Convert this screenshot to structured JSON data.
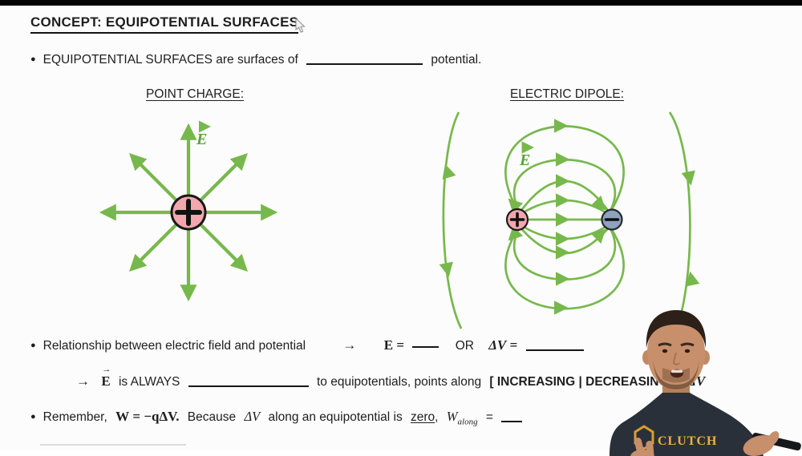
{
  "colors": {
    "field_green": "#77b84c",
    "positive_pink": "#f3a6ae",
    "negative_blue": "#8fa2be",
    "ink": "#1e1e1e",
    "brand_gold": "#e9b13c",
    "shirt_navy": "#2a303a"
  },
  "title": "CONCEPT: EQUIPOTENTIAL SURFACES",
  "bullet1": {
    "bullet": "●",
    "pre": "EQUIPOTENTIAL SURFACES are surfaces of",
    "post": "potential."
  },
  "point_charge": {
    "heading": "POINT CHARGE:",
    "field_label": "E",
    "sign": "+"
  },
  "dipole": {
    "heading": "ELECTRIC DIPOLE:",
    "field_label": "E",
    "pos_sign": "+",
    "neg_sign": "−"
  },
  "relationship": {
    "bullet": "●",
    "text": "Relationship between electric field and potential",
    "arrow": "→",
    "E": "E",
    "eq": "=",
    "or": "OR",
    "dV": "ΔV",
    "eq2": "="
  },
  "always": {
    "arrow": "→",
    "E": "E",
    "text1": "is ALWAYS",
    "text2": "to equipotentials, points along",
    "bracket": "[ INCREASING | DECREASING ]",
    "dV": "ΔV"
  },
  "remember": {
    "bullet": "●",
    "text1": "Remember,",
    "W": "W",
    "weq": "= −qΔV.",
    "text2": "Because",
    "dV": "ΔV",
    "text3": "along an equipotential is",
    "zero": "zero",
    "comma": ",",
    "Wbase": "W",
    "Wsub": "along",
    "eq": "="
  },
  "person": {
    "shirt_text": "CLUTCH"
  }
}
